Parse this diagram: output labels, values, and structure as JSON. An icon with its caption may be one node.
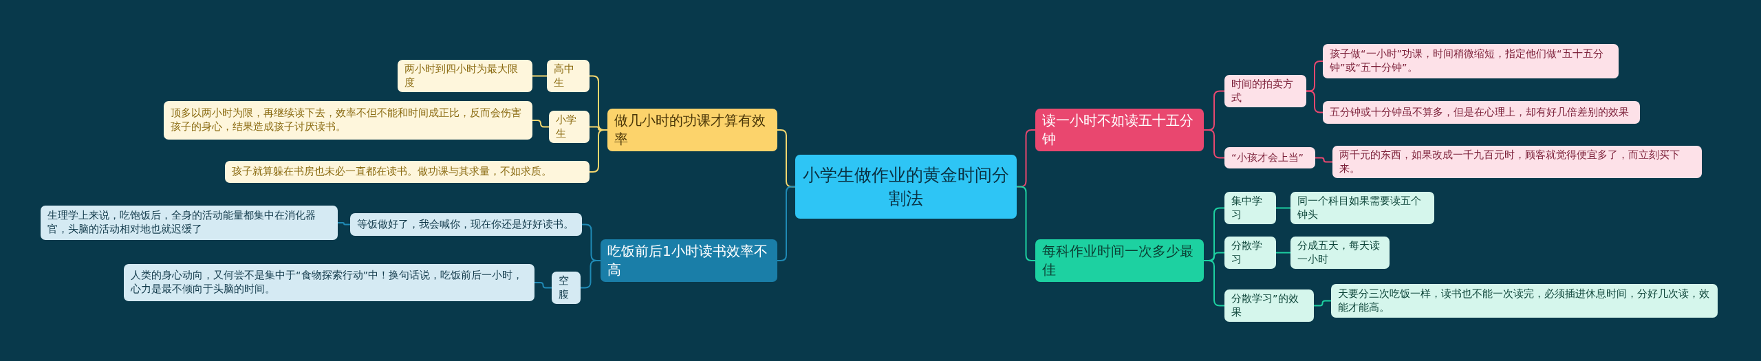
{
  "diagram": {
    "nodes": [
      {
        "text": [
          "小学生做作业的黄金时间分割法"
        ]
      },
      {
        "text": [
          "做几小时的功课才算有效率"
        ]
      },
      {
        "text": [
          "高中生"
        ]
      },
      {
        "text": [
          "两小时到四小时为最大限度"
        ]
      },
      {
        "text": [
          "小学生"
        ]
      },
      {
        "text": [
          "顶多以两小时为限，再继续读下去，效率不但不能和时间成正比，反而会伤害孩子的身心，结果造成孩子讨厌读书。"
        ]
      },
      {
        "text": [
          "孩子就算躲在书房也未必一直都在读书。做功课与其求量，不如求质。"
        ]
      },
      {
        "text": [
          "吃饭前后1小时读书效率不高"
        ]
      },
      {
        "text": [
          "等饭做好了，我会喊你，现在你还是好好读书。"
        ]
      },
      {
        "text": [
          "生理学上来说，吃饱饭后，全身的活动能量都集中在消化器官，头脑的活动相对地也就迟缓了"
        ]
      },
      {
        "text": [
          "空腹"
        ]
      },
      {
        "text": [
          "人类的身心动向，又何尝不是集中于“食物探索行动”中！换句话说，吃饭前后一小时，心力是最不倾向于头脑的时间。"
        ]
      },
      {
        "text": [
          "读一小时不如读五十五分钟"
        ]
      },
      {
        "text": [
          "时间的拍卖方式"
        ]
      },
      {
        "text": [
          "孩子做“一小时”功课，时间稍微缩短，指定他们做“五十五分钟”或“五十分钟”。"
        ]
      },
      {
        "text": [
          "五分钟或十分钟虽不算多，但是在心理上，却有好几倍差别的效果"
        ]
      },
      {
        "text": [
          "“小孩才会上当”"
        ]
      },
      {
        "text": [
          "两千元的东西，如果改成一千九百元时，顾客就觉得便宜多了，而立刻买下来。"
        ]
      },
      {
        "text": [
          "每科作业时间一次多少最佳"
        ]
      },
      {
        "text": [
          "集中学习"
        ]
      },
      {
        "text": [
          "同一个科目如果需要读五个钟头"
        ]
      },
      {
        "text": [
          "分散学习"
        ]
      },
      {
        "text": [
          "分成五天，每天读一小时"
        ]
      },
      {
        "text": [
          "分散学习”的效果"
        ]
      },
      {
        "text": [
          "天要分三次吃饭一样，读书也不能一次读完，必须插进休息时间，分好几次读，效能才能高。"
        ]
      }
    ],
    "edges": [
      {
        "from": 0,
        "to": 1,
        "arrow": "none",
        "color": "#f5d76e"
      },
      {
        "from": 1,
        "to": 2,
        "arrow": "none",
        "color": "#f5d76e"
      },
      {
        "from": 2,
        "to": 3,
        "arrow": "none",
        "color": "#f5d76e"
      },
      {
        "from": 1,
        "to": 4,
        "arrow": "none",
        "color": "#f5d76e"
      },
      {
        "from": 4,
        "to": 5,
        "arrow": "none",
        "color": "#f5d76e"
      },
      {
        "from": 1,
        "to": 6,
        "arrow": "none",
        "color": "#f5d76e"
      },
      {
        "from": 0,
        "to": 7,
        "arrow": "none",
        "color": "#1f8ab5"
      },
      {
        "from": 7,
        "to": 8,
        "arrow": "none",
        "color": "#1f8ab5"
      },
      {
        "from": 8,
        "to": 9,
        "arrow": "none",
        "color": "#1f8ab5"
      },
      {
        "from": 7,
        "to": 10,
        "arrow": "none",
        "color": "#1f8ab5"
      },
      {
        "from": 10,
        "to": 11,
        "arrow": "none",
        "color": "#1f8ab5"
      },
      {
        "from": 0,
        "to": 12,
        "arrow": "none",
        "color": "#e9476f"
      },
      {
        "from": 12,
        "to": 13,
        "arrow": "none",
        "color": "#e9476f"
      },
      {
        "from": 13,
        "to": 14,
        "arrow": "none",
        "color": "#e9476f"
      },
      {
        "from": 13,
        "to": 15,
        "arrow": "none",
        "color": "#e9476f"
      },
      {
        "from": 12,
        "to": 16,
        "arrow": "none",
        "color": "#e9476f"
      },
      {
        "from": 16,
        "to": 17,
        "arrow": "none",
        "color": "#e9476f"
      },
      {
        "from": 0,
        "to": 18,
        "arrow": "none",
        "color": "#1dd1a1"
      },
      {
        "from": 18,
        "to": 19,
        "arrow": "none",
        "color": "#1dd1a1"
      },
      {
        "from": 19,
        "to": 20,
        "arrow": "none",
        "color": "#1dd1a1"
      },
      {
        "from": 18,
        "to": 21,
        "arrow": "none",
        "color": "#1dd1a1"
      },
      {
        "from": 21,
        "to": 22,
        "arrow": "none",
        "color": "#1dd1a1"
      },
      {
        "from": 18,
        "to": 23,
        "arrow": "none",
        "color": "#1dd1a1"
      },
      {
        "from": 23,
        "to": 24,
        "arrow": "none",
        "color": "#1dd1a1"
      }
    ]
  }
}
